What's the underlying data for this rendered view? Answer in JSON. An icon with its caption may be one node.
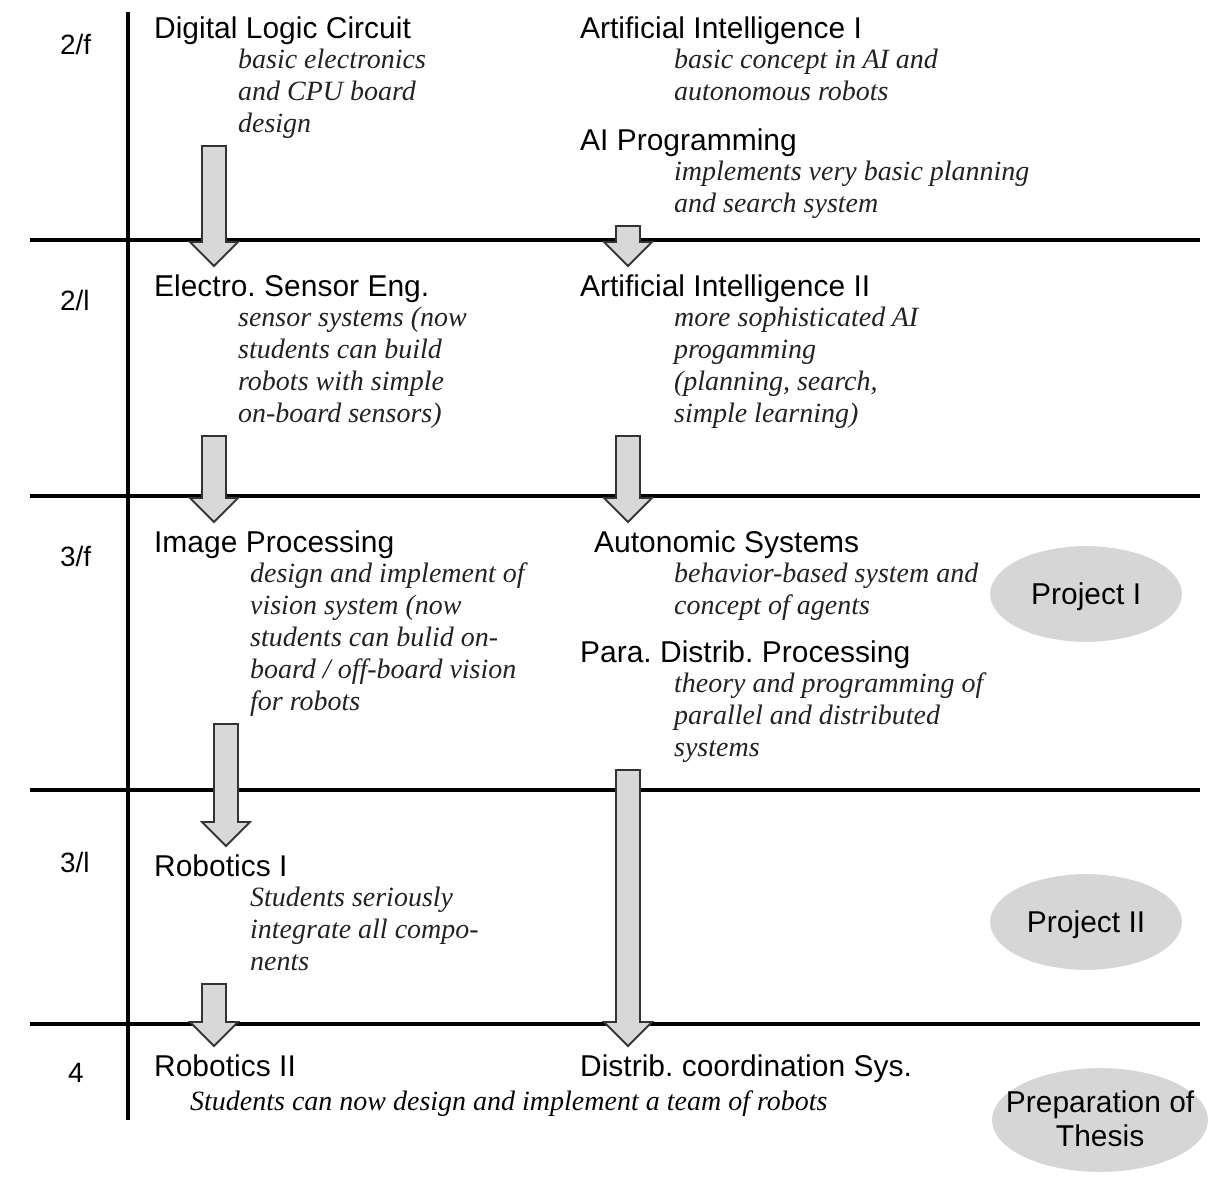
{
  "diagram": {
    "nodes": [
      {
        "text": [
          "Digital Logic Circuit",
          "basic electronics and CPU board design"
        ]
      },
      {
        "text": [
          "Artificial Intelligence I",
          "basic concept in AI and autonomous robots"
        ]
      },
      {
        "text": [
          "AI Programming",
          "implements very basic planning and search system"
        ]
      },
      {
        "text": [
          "Electro. Sensor Eng.",
          "sensor systems (now students can build robots with simple on-board sensors)"
        ]
      },
      {
        "text": [
          "Artificial Intelligence II",
          "more sophisticated AI progamming (planning, search, simple learning)"
        ]
      },
      {
        "text": [
          "Image Processing",
          "design and implement of vision system (now students can bulid on-board / off-board vision for robots"
        ]
      },
      {
        "text": [
          "Autonomic Systems",
          "behavior-based system and concept of agents"
        ]
      },
      {
        "text": [
          "Para. Distrib. Processing",
          "theory and programming of parallel and distributed systems"
        ]
      },
      {
        "text": [
          "Robotics I",
          "Students seriously integrate all compo- nents"
        ]
      },
      {
        "text": [
          "Robotics II"
        ]
      },
      {
        "text": [
          "Distrib. coordination Sys."
        ]
      },
      {
        "text": [
          "Project I"
        ]
      },
      {
        "text": [
          "Project II"
        ]
      },
      {
        "text": [
          "Preparation of Thesis"
        ]
      }
    ],
    "edges": [
      {
        "from": 0,
        "to": 3,
        "arrow": "to"
      },
      {
        "from": 2,
        "to": 4,
        "arrow": "to"
      },
      {
        "from": 3,
        "to": 5,
        "arrow": "to"
      },
      {
        "from": 4,
        "to": 6,
        "arrow": "to"
      },
      {
        "from": 5,
        "to": 8,
        "arrow": "to"
      },
      {
        "from": 7,
        "to": 10,
        "arrow": "to"
      },
      {
        "from": 8,
        "to": 9,
        "arrow": "to"
      }
    ],
    "labels": [
      "2/f",
      "2/l",
      "3/f",
      "3/l",
      "4",
      "Students can now design and implement a team of robots"
    ]
  }
}
